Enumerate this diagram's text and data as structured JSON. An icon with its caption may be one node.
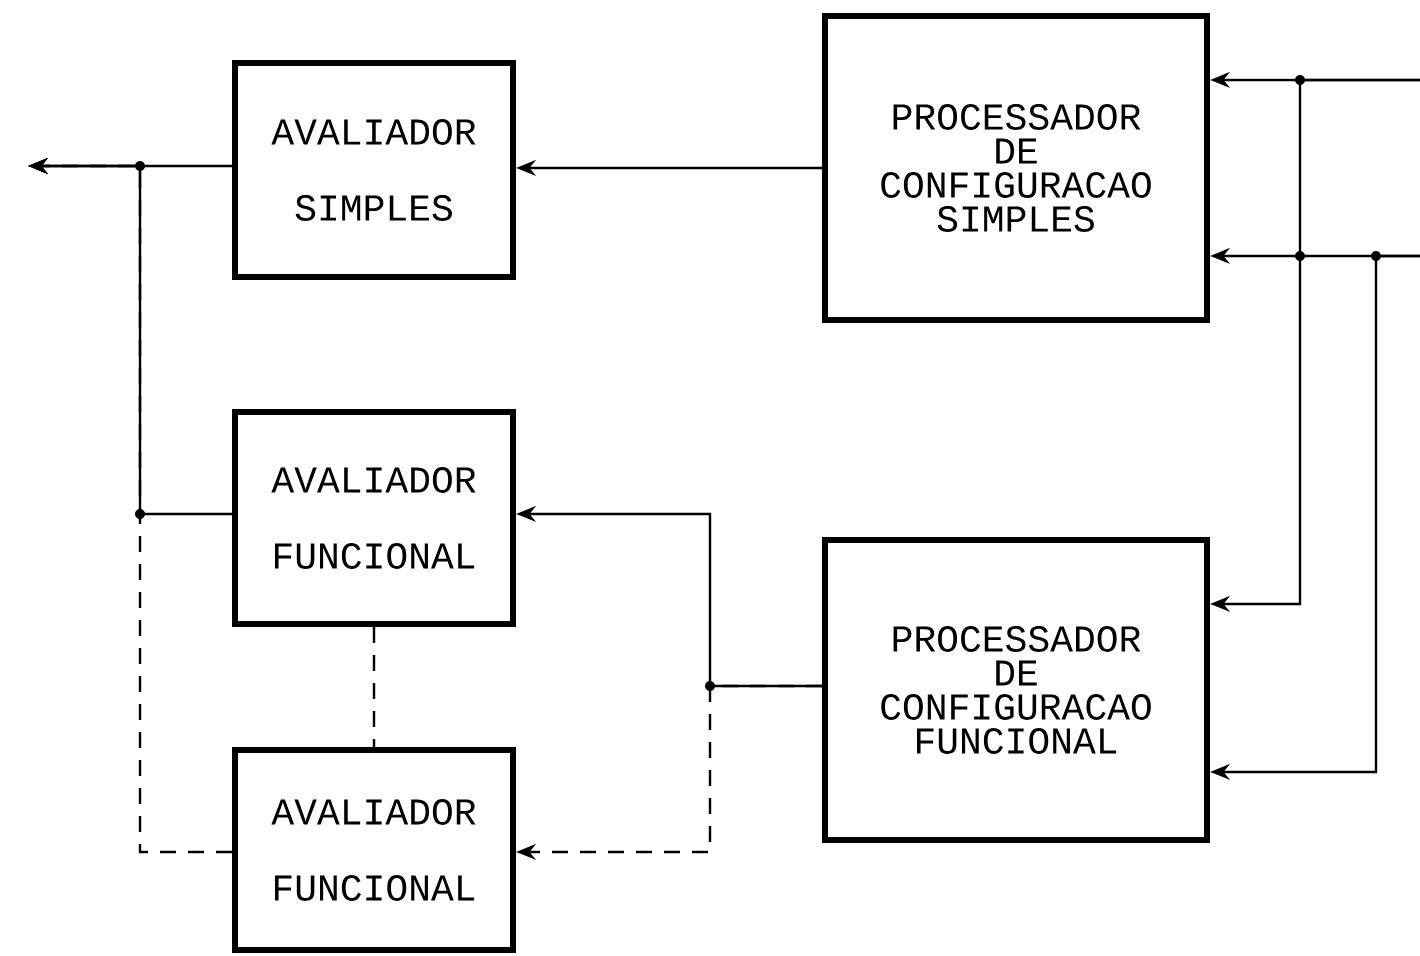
{
  "diagram": {
    "nodes": [
      {
        "text": [
          "AVALIADOR SIMPLES"
        ]
      },
      {
        "text": [
          "PROCESSADOR DE CONFIGURACAO SIMPLES"
        ]
      },
      {
        "text": [
          "AVALIADOR FUNCIONAL"
        ]
      },
      {
        "text": [
          "PROCESSADOR DE CONFIGURACAO FUNCIONAL"
        ]
      },
      {
        "text": [
          "AVALIADOR FUNCIONAL"
        ]
      }
    ],
    "edges": [
      {
        "from": 1,
        "to": 0,
        "arrow": "to"
      },
      {
        "from": 0,
        "to": null,
        "arrow": "to"
      },
      {
        "from": null,
        "to": 1,
        "arrow": "to"
      },
      {
        "from": null,
        "to": 1,
        "arrow": "to"
      },
      {
        "from": null,
        "to": 3,
        "arrow": "to"
      },
      {
        "from": null,
        "to": 3,
        "arrow": "to"
      },
      {
        "from": 3,
        "to": 2,
        "arrow": "to"
      },
      {
        "from": 3,
        "to": 4,
        "arrow": "to",
        "style": "dashed"
      },
      {
        "from": 2,
        "to": null,
        "arrow": "to"
      },
      {
        "from": 4,
        "to": null,
        "arrow": "to",
        "style": "dashed"
      },
      {
        "from": 2,
        "to": 4,
        "arrow": "none",
        "style": "dashed"
      }
    ]
  }
}
